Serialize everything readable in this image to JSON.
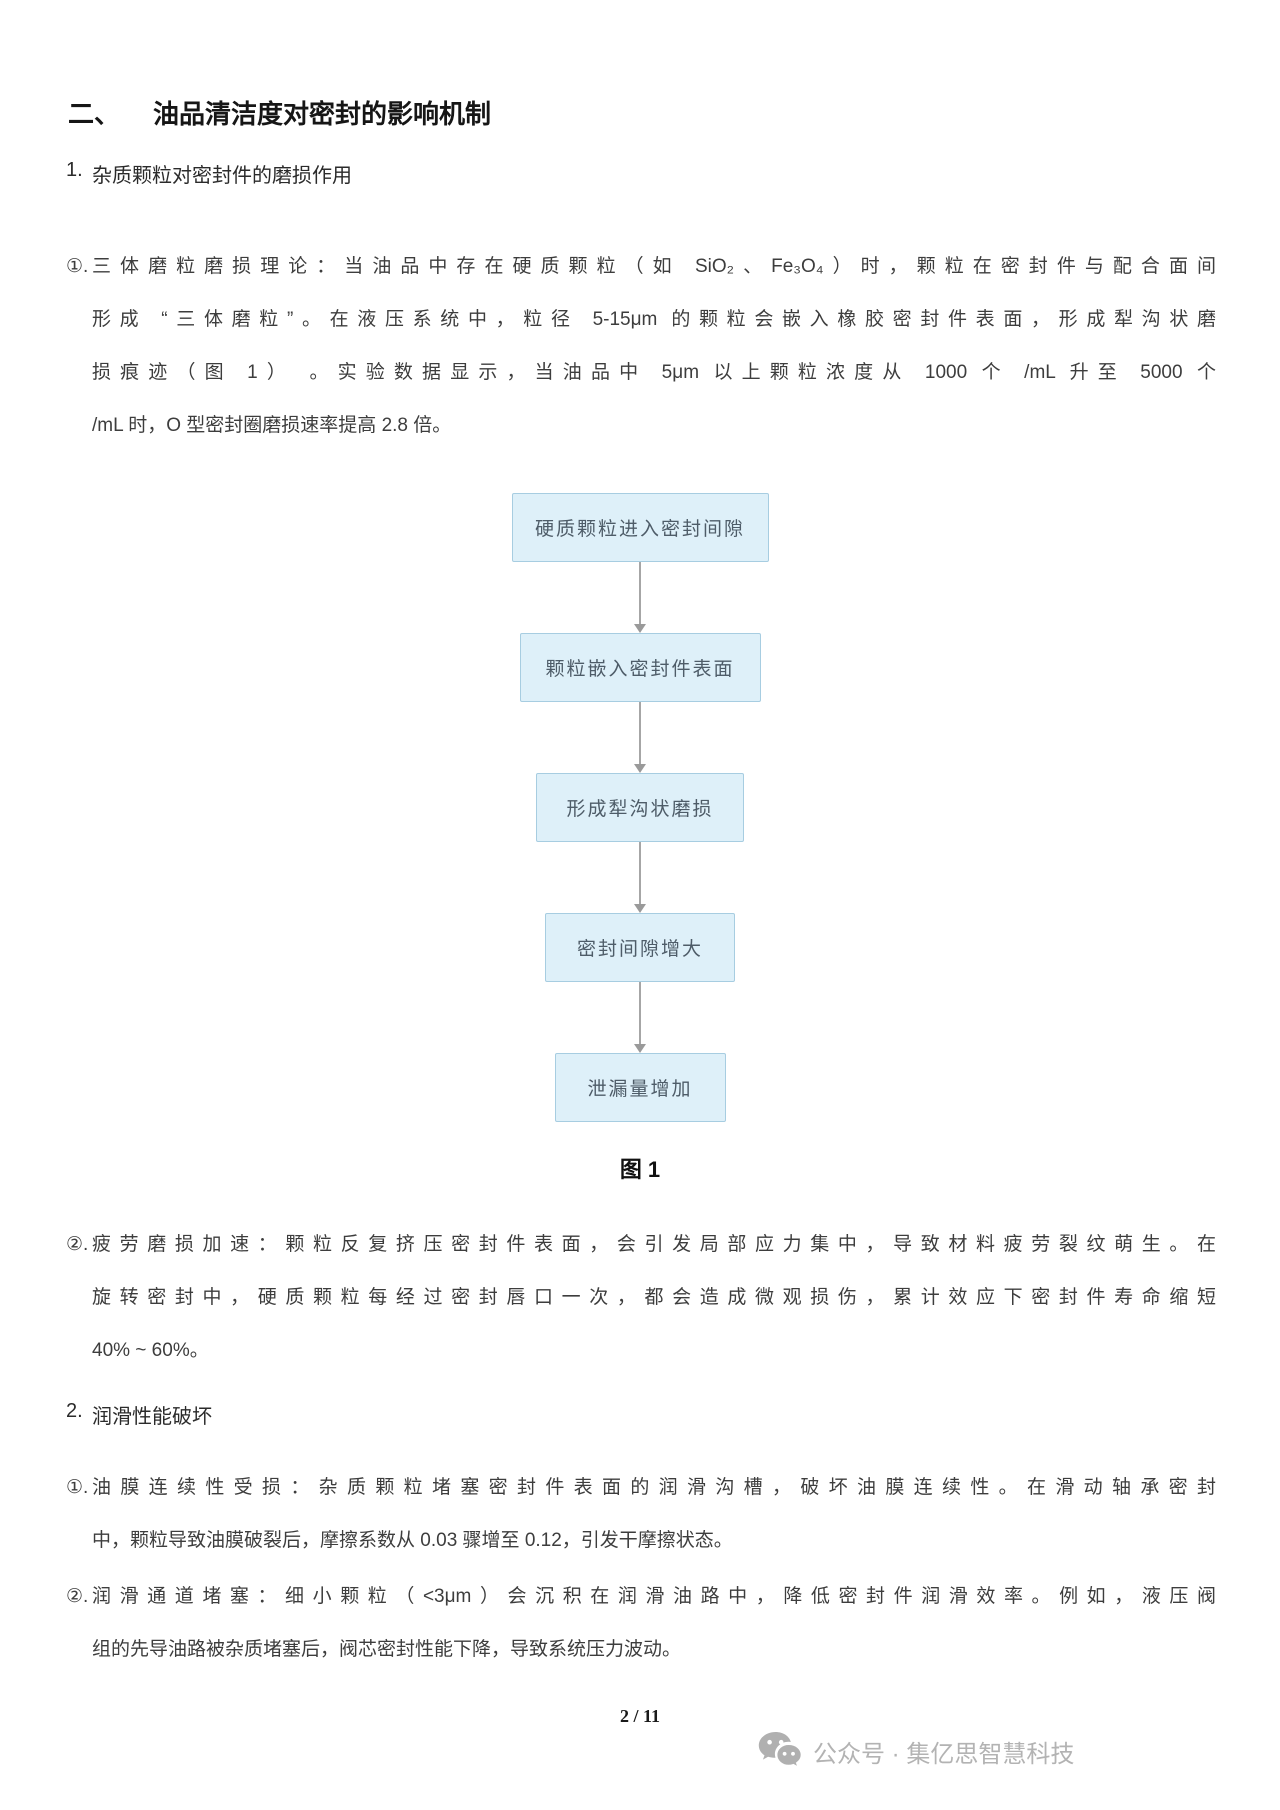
{
  "heading": {
    "numeral": "二、",
    "title": "油品清洁度对密封的影响机制"
  },
  "sections": [
    {
      "number": "1.",
      "title": "杂质颗粒对密封件的磨损作用",
      "paragraphs": [
        {
          "marker": "①.",
          "text": "三体磨粒磨损理论：当油品中存在硬质颗粒（如 SiO₂、Fe₃O₄）时，颗粒在密封件与配合面间形成 “三体磨粒”。在液压系统中，粒径 5-15μm 的颗粒会嵌入橡胶密封件表面，形成犁沟状磨损痕迹（图 1） 。实验数据显示，当油品中 5μm 以上颗粒浓度从 1000 个 /mL 升至 5000 个 /mL 时，O 型密封圈磨损速率提高 2.8 倍。",
          "lines": [
            "三体磨粒磨损理论：当油品中存在硬质颗粒（如 SiO₂、Fe₃O₄）时，颗粒在密封件与配合面间",
            "形成 “三体磨粒”。在液压系统中，粒径 5-15μm 的颗粒会嵌入橡胶密封件表面，形成犁沟状磨",
            "损痕迹（图 1） 。实验数据显示，当油品中 5μm 以上颗粒浓度从 1000 个 /mL 升至 5000 个",
            "/mL 时，O 型密封圈磨损速率提高 2.8 倍。"
          ]
        },
        {
          "marker": "②.",
          "text": "疲劳磨损加速：颗粒反复挤压密封件表面，会引发局部应力集中，导致材料疲劳裂纹萌生。在旋转密封中，硬质颗粒每经过密封唇口一次，都会造成微观损伤，累计效应下密封件寿命缩短 40% ~ 60%。",
          "lines": [
            "疲劳磨损加速：颗粒反复挤压密封件表面，会引发局部应力集中，导致材料疲劳裂纹萌生。在",
            "旋转密封中，硬质颗粒每经过密封唇口一次，都会造成微观损伤，累计效应下密封件寿命缩短",
            "40% ~ 60%。"
          ]
        }
      ]
    },
    {
      "number": "2.",
      "title": "润滑性能破坏",
      "paragraphs": [
        {
          "marker": "①.",
          "text": "油膜连续性受损：杂质颗粒堵塞密封件表面的润滑沟槽，破坏油膜连续性。在滑动轴承密封中，颗粒导致油膜破裂后，摩擦系数从 0.03 骤增至 0.12，引发干摩擦状态。",
          "lines": [
            "油膜连续性受损：杂质颗粒堵塞密封件表面的润滑沟槽，破坏油膜连续性。在滑动轴承密封",
            "中，颗粒导致油膜破裂后，摩擦系数从 0.03 骤增至 0.12，引发干摩擦状态。"
          ]
        },
        {
          "marker": "②.",
          "text": "润滑通道堵塞：细小颗粒（<3μm）会沉积在润滑油路中，降低密封件润滑效率。例如，液压阀组的先导油路被杂质堵塞后，阀芯密封性能下降，导致系统压力波动。",
          "lines": [
            "润滑通道堵塞：细小颗粒（<3μm）会沉积在润滑油路中，降低密封件润滑效率。例如，液压阀",
            "组的先导油路被杂质堵塞后，阀芯密封性能下降，导致系统压力波动。"
          ]
        }
      ]
    }
  ],
  "figure": {
    "caption": "图 1",
    "type": "flowchart",
    "steps": [
      {
        "label": "硬质颗粒进入密封间隙"
      },
      {
        "label": "颗粒嵌入密封件表面"
      },
      {
        "label": "形成犁沟状磨损"
      },
      {
        "label": "密封间隙增大"
      },
      {
        "label": "泄漏量增加"
      }
    ],
    "colors": {
      "box_fill": "#def0f9",
      "box_border": "#a7cde1",
      "box_text": "#4e5c68",
      "arrow": "#a6a6a6"
    }
  },
  "page": {
    "number": "2 / 11"
  },
  "footer": {
    "watermark": "公众号 · 集亿思智慧科技",
    "color": "#b3b3b3"
  }
}
